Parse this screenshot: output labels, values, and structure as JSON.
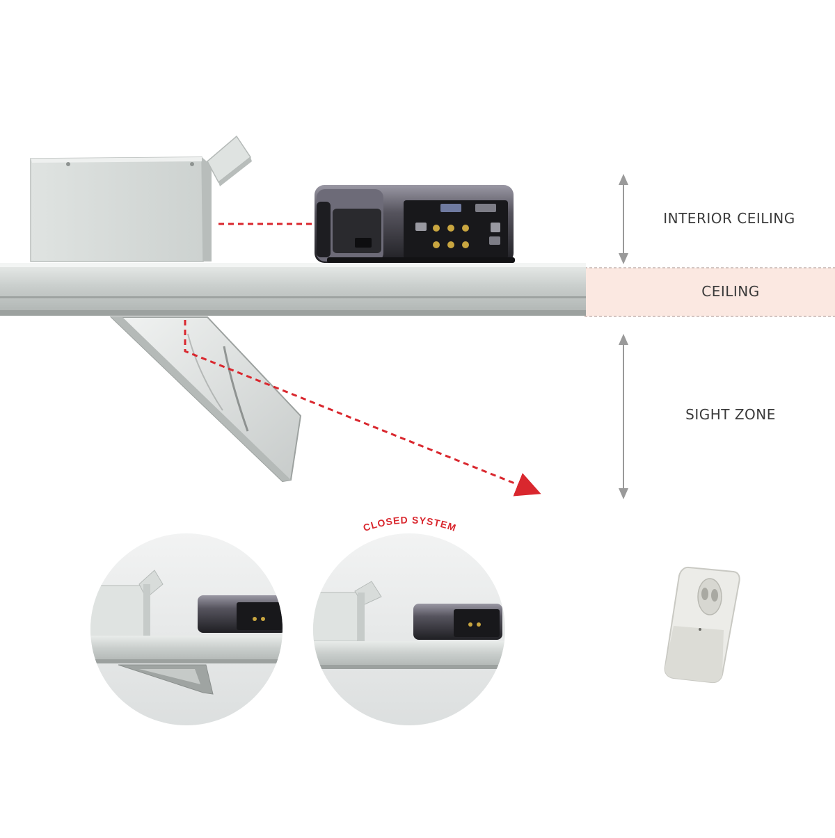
{
  "zones": {
    "interior": "INTERIOR CEILING",
    "ceiling": "CEILING",
    "sight": "SIGHT ZONE"
  },
  "badge": "CLOSED SYSTEM",
  "colors": {
    "ceiling_band": "#fbe8e1",
    "laser": "#d9272e",
    "metal": "#cfd3d2",
    "projector": "#2a2a2e",
    "arrow": "#9a9a9a"
  }
}
